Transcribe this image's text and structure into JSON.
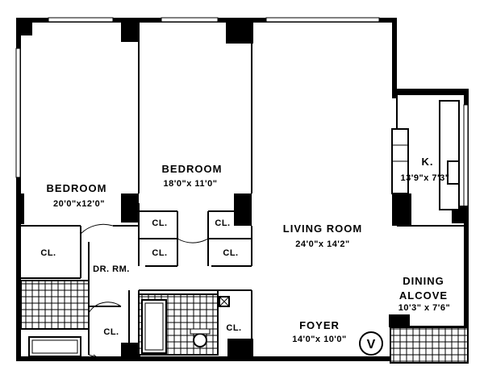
{
  "rooms": {
    "bedroom1": {
      "name": "BEDROOM",
      "dims": "20'0\"x12'0\""
    },
    "bedroom2": {
      "name": "BEDROOM",
      "dims": "18'0\"x 11'0\""
    },
    "living": {
      "name": "LIVING ROOM",
      "dims": "24'0\"x 14'2\""
    },
    "kitchen": {
      "name": "K.",
      "dims": "13'9\"x 7'3\""
    },
    "dining": {
      "name": "DINING",
      "name2": "ALCOVE",
      "dims": "10'3\" x 7'6\""
    },
    "foyer": {
      "name": "FOYER",
      "dims": "14'0\"x 10'0\""
    },
    "dressing": {
      "name": "DR. RM."
    }
  },
  "closet_label": "CL.",
  "marker": "V"
}
